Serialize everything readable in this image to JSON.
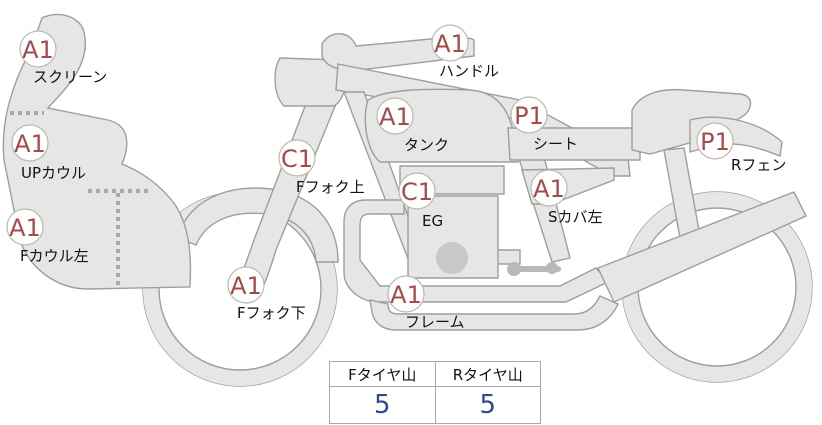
{
  "diagram": {
    "colors": {
      "part_fill": "#e6e6e4",
      "part_outline": "#9e9e9b",
      "grade_text": "#a54a4a",
      "label_text": "#111111",
      "value_text": "#2f4a8a"
    },
    "parts": [
      {
        "id": "screen",
        "grade": "A1",
        "label": "スクリーン"
      },
      {
        "id": "up-cowl",
        "grade": "A1",
        "label": "UPカウル"
      },
      {
        "id": "f-cowl-left",
        "grade": "A1",
        "label": "Fカウル左"
      },
      {
        "id": "f-fork-lower",
        "grade": "A1",
        "label": "Fフォク下"
      },
      {
        "id": "f-fork-upper",
        "grade": "C1",
        "label": "Fフォク上"
      },
      {
        "id": "handle",
        "grade": "A1",
        "label": "ハンドル"
      },
      {
        "id": "tank",
        "grade": "A1",
        "label": "タンク"
      },
      {
        "id": "engine",
        "grade": "C1",
        "label": "EG"
      },
      {
        "id": "frame",
        "grade": "A1",
        "label": "フレーム"
      },
      {
        "id": "seat",
        "grade": "P1",
        "label": "シート"
      },
      {
        "id": "s-cover-left",
        "grade": "A1",
        "label": "Sカバ左"
      },
      {
        "id": "r-fender",
        "grade": "P1",
        "label": "Rフェン"
      }
    ],
    "tire_table": {
      "headers": [
        "Fタイヤ山",
        "Rタイヤ山"
      ],
      "values": [
        "5",
        "5"
      ]
    }
  }
}
